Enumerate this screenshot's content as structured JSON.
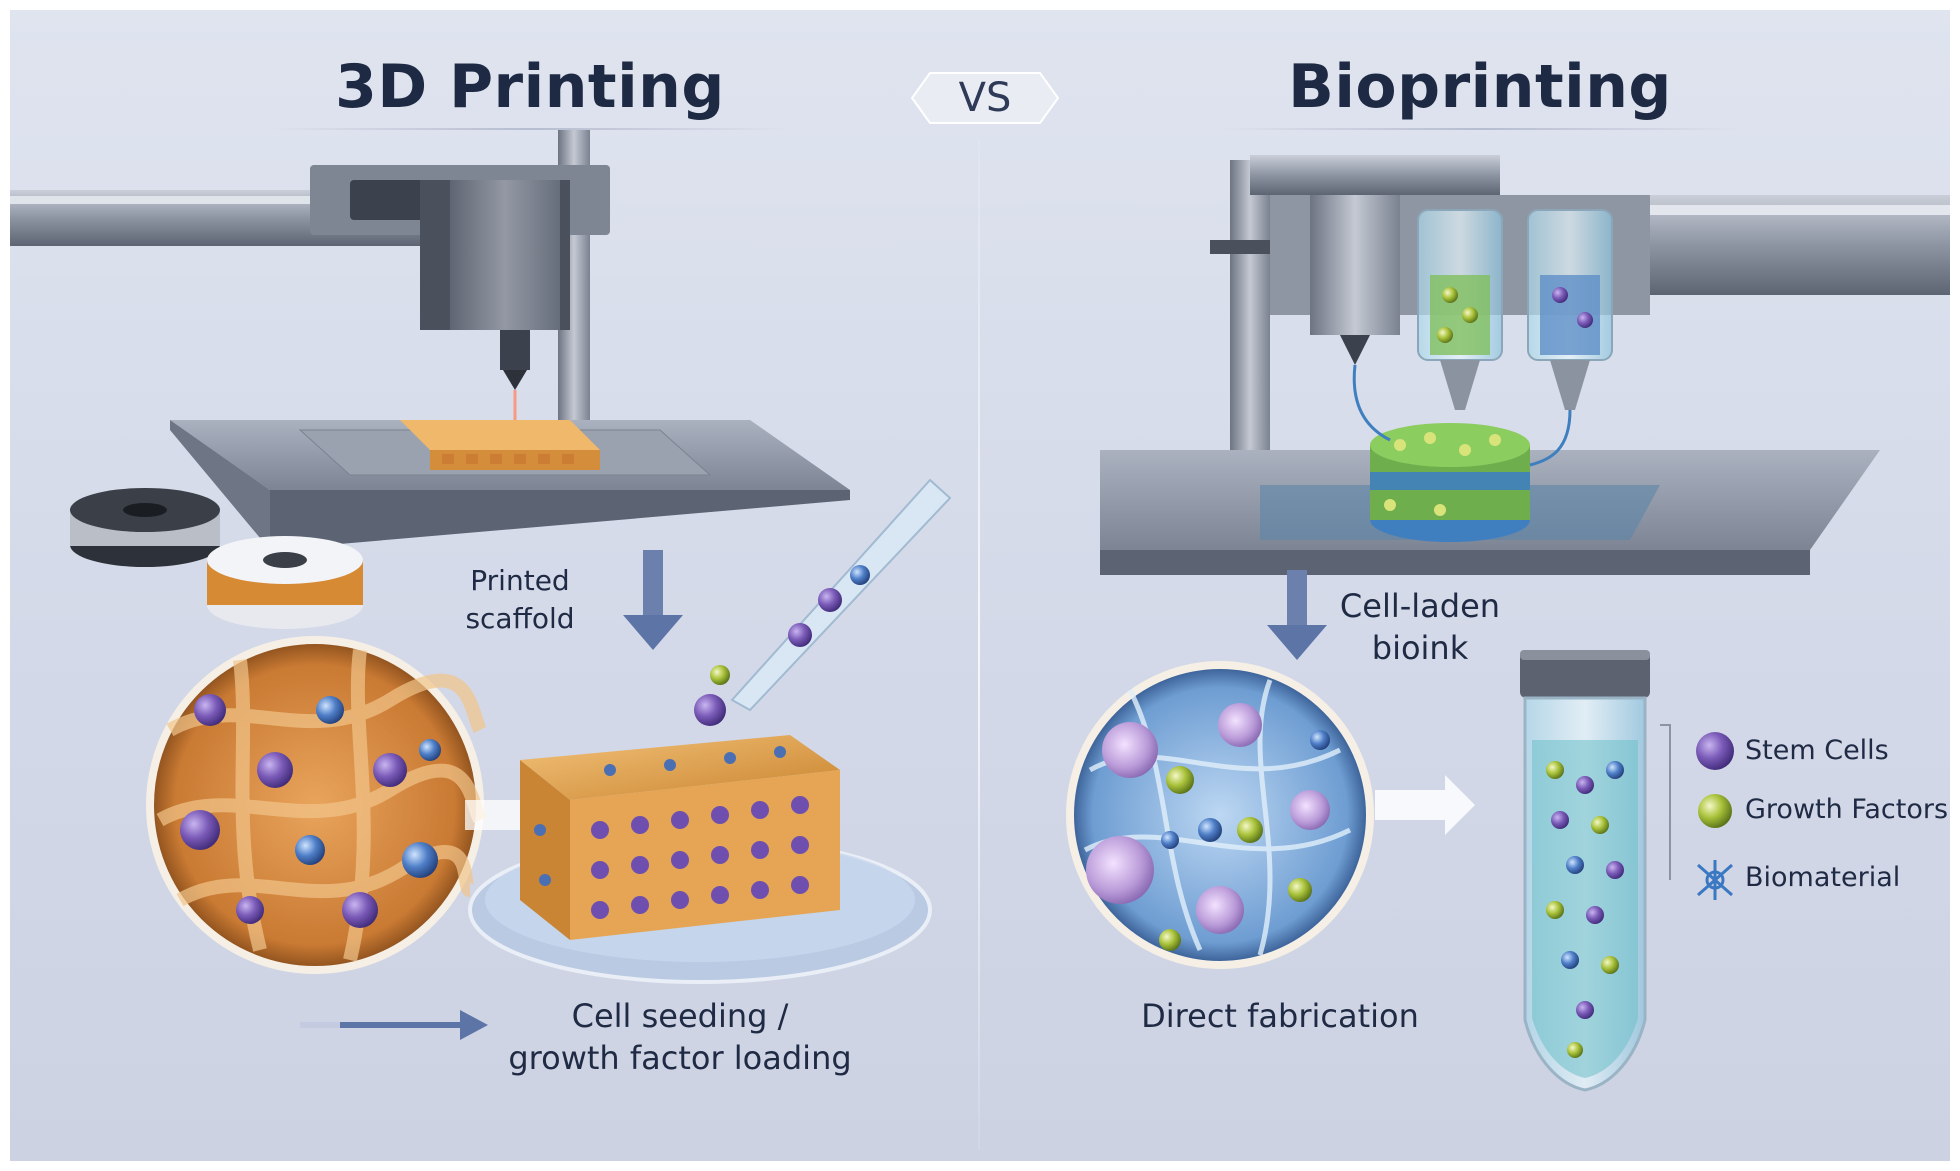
{
  "left_title": "3D Printing",
  "right_title": "Bioprinting",
  "vs_label": "VS",
  "left_panel": {
    "scaffold_label_1": "Printed",
    "scaffold_label_2": "scaffold",
    "process_label_1": "Cell seeding /",
    "process_label_2": "growth factor loading"
  },
  "right_panel": {
    "bioink_label_1": "Cell-laden",
    "bioink_label_2": "bioink",
    "process_label": "Direct fabrication"
  },
  "legend": [
    {
      "label": "Stem Cells",
      "icon": "stem-cell-icon"
    },
    {
      "label": "Growth Factors",
      "icon": "growth-factor-icon"
    },
    {
      "label": "Biomaterial",
      "icon": "biomaterial-icon"
    }
  ],
  "colors": {
    "background": "#d9dfeb",
    "scaffold": "#e2a14e",
    "stem_cell": "#7b5bb8",
    "growth_factor": "#b8c93a",
    "biomaterial": "#5f9ed6",
    "arrow": "#5d74a6",
    "title": "#1e2a44"
  }
}
